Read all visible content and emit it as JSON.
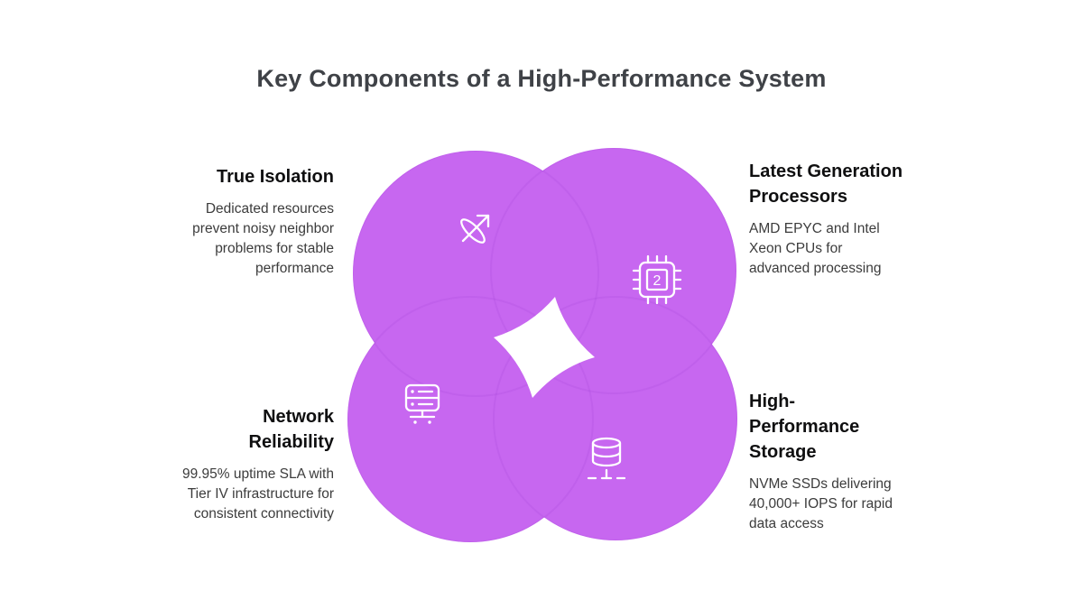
{
  "title": "Key Components of a High-Performance System",
  "items": [
    {
      "id": "true-isolation",
      "heading": "True Isolation",
      "body": "Dedicated resources\nprevent noisy neighbor\nproblems for stable\nperformance",
      "icon": "satellite-icon"
    },
    {
      "id": "latest-generation-processors",
      "heading": "Latest Generation\nProcessors",
      "body": "AMD EPYC and Intel\nXeon CPUs for\nadvanced processing",
      "icon": "cpu-icon"
    },
    {
      "id": "network-reliability",
      "heading": "Network\nReliability",
      "body": "99.95% uptime SLA with\nTier IV infrastructure for\nconsistent connectivity",
      "icon": "server-icon"
    },
    {
      "id": "high-performance-storage",
      "heading": "High-\nPerformance\nStorage",
      "body": "NVMe SSDs delivering\n40,000+ IOPS for rapid\ndata access",
      "icon": "database-icon"
    }
  ],
  "cpu_chip_label": "2",
  "colors": {
    "background": "#ffffff",
    "circle_fill": "#c767f0",
    "circle_seam": "#9b3fd6",
    "icon_stroke": "#ffffff",
    "title_color": "#3f4247",
    "heading_color": "#0f0f10",
    "body_color": "#3c3c3c"
  }
}
